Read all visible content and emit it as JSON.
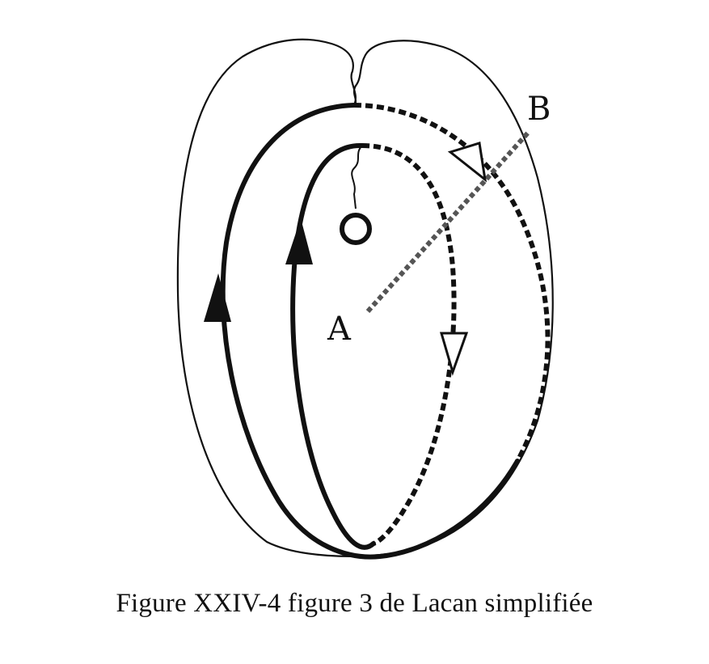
{
  "labels": {
    "point_a": "A",
    "point_b": "B"
  },
  "caption": "Figure XXIV-4 figure 3 de Lacan simplifiée",
  "colors": {
    "ink": "#111111",
    "dotted_line": "#555555",
    "background": "#ffffff"
  }
}
